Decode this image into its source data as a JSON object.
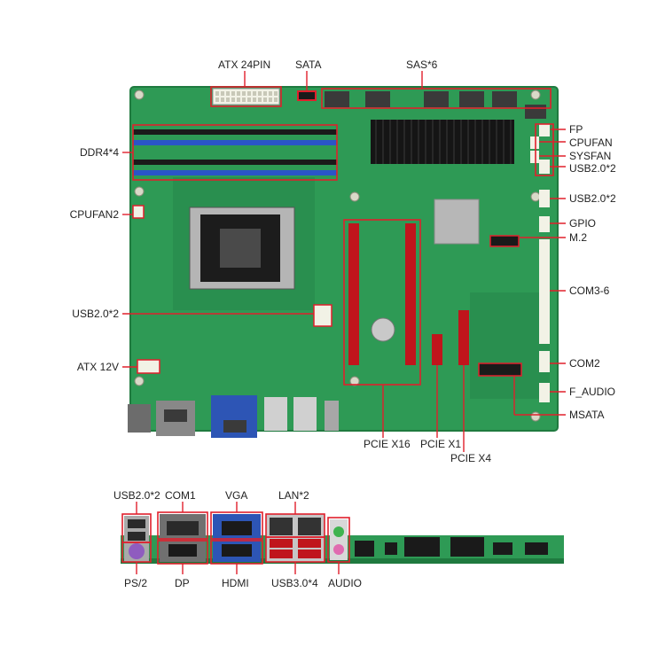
{
  "colors": {
    "background": "#ffffff",
    "pcb": "#2e9a55",
    "pcb_dark": "#1f7a3f",
    "callout": "#e0202c",
    "dimm_blue": "#2a55c8",
    "dimm_black": "#1a1a1a",
    "heatsink": "#151515",
    "slot_red": "#c0151c",
    "io_port_grey": "#b9b9b9",
    "vga_blue": "#2d55b5",
    "label_text": "#222222"
  },
  "board_labels": {
    "atx24pin": "ATX 24PIN",
    "sata": "SATA",
    "sas6": "SAS*6",
    "fp": "FP",
    "cpufan": "CPUFAN",
    "sysfan": "SYSFAN",
    "usb20x2_a": "USB2.0*2",
    "usb20x2_b": "USB2.0*2",
    "gpio": "GPIO",
    "m2": "M.2",
    "com36": "COM3-6",
    "com2": "COM2",
    "f_audio": "F_AUDIO",
    "msata": "MSATA",
    "ddr4x4": "DDR4*4",
    "cpufan2": "CPUFAN2",
    "usb20x2_left": "USB2.0*2",
    "atx12v": "ATX 12V",
    "pcie_x16": "PCIE X16",
    "pcie_x1": "PCIE X1",
    "pcie_x4": "PCIE X4"
  },
  "io_labels": {
    "usb20x2": "USB2.0*2",
    "com1": "COM1",
    "vga": "VGA",
    "lan2": "LAN*2",
    "ps2": "PS/2",
    "dp": "DP",
    "hdmi": "HDMI",
    "usb30x4": "USB3.0*4",
    "audio": "AUDIO"
  },
  "icons": {
    "cpu_socket": "lga-cpu-socket",
    "bios_battery": "coin-cell-battery",
    "chipset": "chipset-heatsink"
  }
}
